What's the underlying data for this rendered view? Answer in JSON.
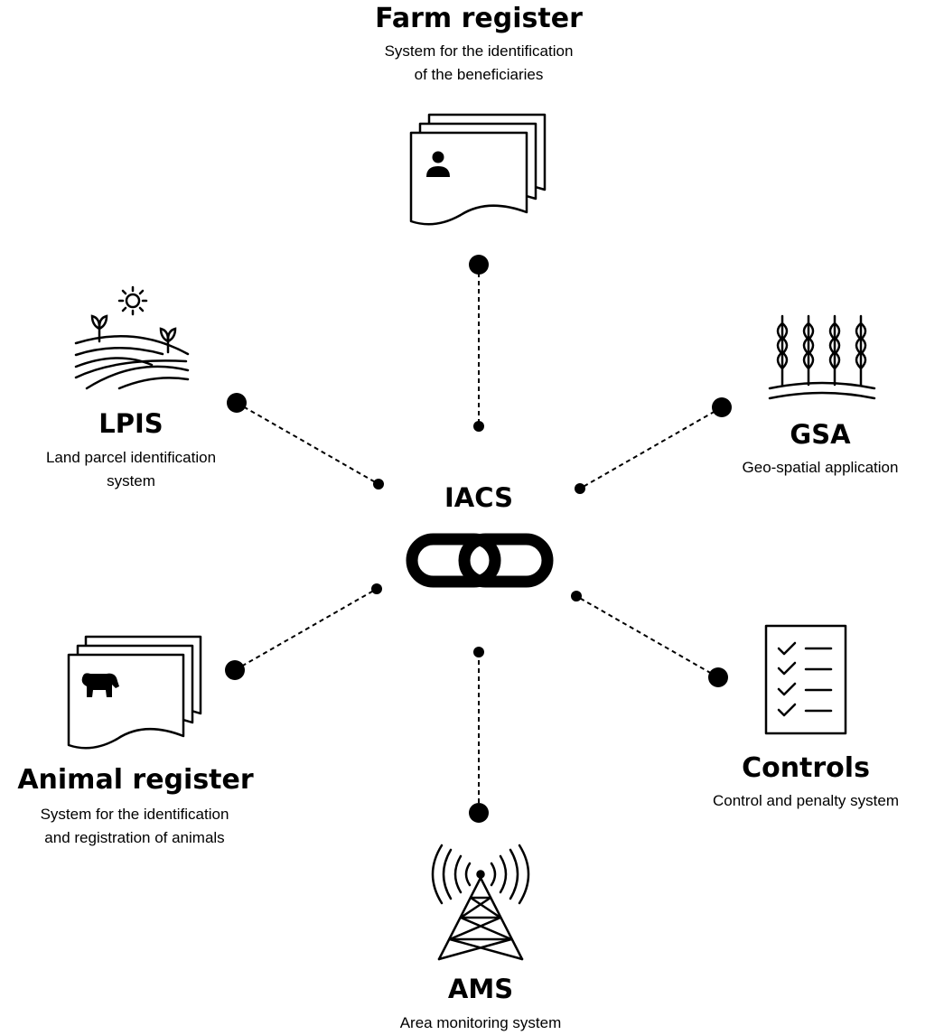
{
  "center": {
    "title": "IACS",
    "icon": "link-icon"
  },
  "nodes": {
    "farm_register": {
      "title": "Farm register",
      "subtitle_lines": [
        "System for the identification",
        "of the beneficiaries"
      ],
      "icon": "farmer-documents-icon"
    },
    "lpis": {
      "title": "LPIS",
      "subtitle_lines": [
        "Land parcel identification",
        "system"
      ],
      "icon": "farmland-sun-icon"
    },
    "gsa": {
      "title": "GSA",
      "subtitle_lines": [
        "Geo-spatial application"
      ],
      "icon": "wheat-icon"
    },
    "animal_register": {
      "title": "Animal register",
      "subtitle_lines": [
        "System for the identification",
        "and registration of animals"
      ],
      "icon": "animal-documents-icon"
    },
    "controls": {
      "title": "Controls",
      "subtitle_lines": [
        "Control and penalty system"
      ],
      "icon": "checklist-icon"
    },
    "ams": {
      "title": "AMS",
      "subtitle_lines": [
        "Area monitoring system"
      ],
      "icon": "antenna-tower-icon"
    }
  }
}
